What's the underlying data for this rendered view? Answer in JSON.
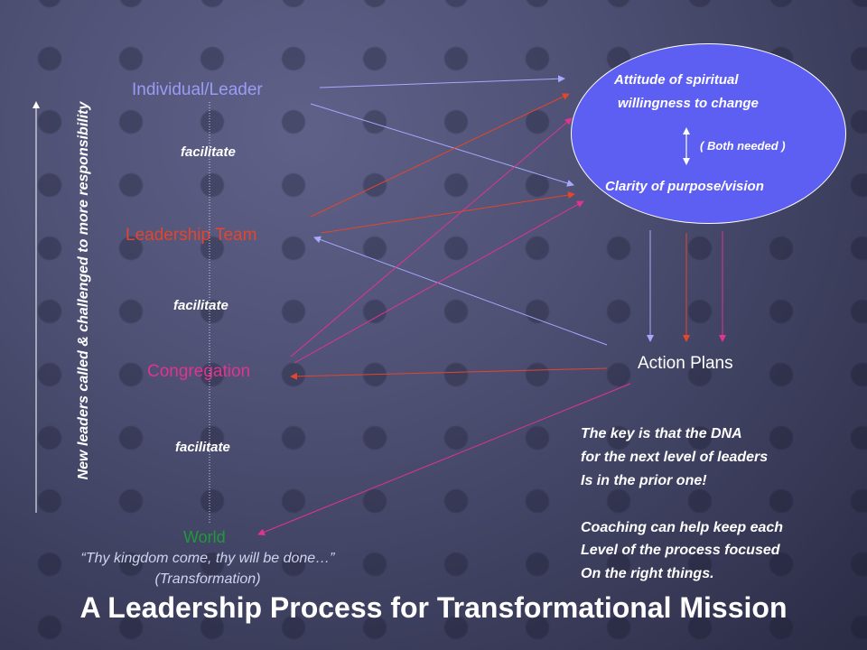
{
  "diagram": {
    "nodes": {
      "individual_leader": "Individual/Leader",
      "leadership_team": "Leadership Team",
      "congregation": "Congregation",
      "world": "World"
    },
    "facilitate_labels": [
      "facilitate",
      "facilitate",
      "facilitate"
    ],
    "vertical_label": "New leaders called & challenged to more responsibility",
    "quote": {
      "line1": "“Thy kingdom come, thy will be done…”",
      "line2": "(Transformation)"
    },
    "ellipse": {
      "line1": "Attitude of spiritual",
      "line2": "willingness to change",
      "both_needed": "( Both needed )",
      "line3": "Clarity of purpose/vision"
    },
    "action_plans": "Action Plans",
    "notes": [
      "The key is that the DNA",
      "for the next level of leaders",
      "Is in the prior one!",
      "Coaching can help keep each",
      "Level of the process focused",
      "On the right things."
    ],
    "title": "A Leadership Process for Transformational Mission",
    "colors": {
      "individual": "#9a9cf5",
      "team": "#e4452c",
      "congregation": "#e0348f",
      "world": "#1f9a3a",
      "ellipse_fill": "#5d5ef2"
    }
  }
}
